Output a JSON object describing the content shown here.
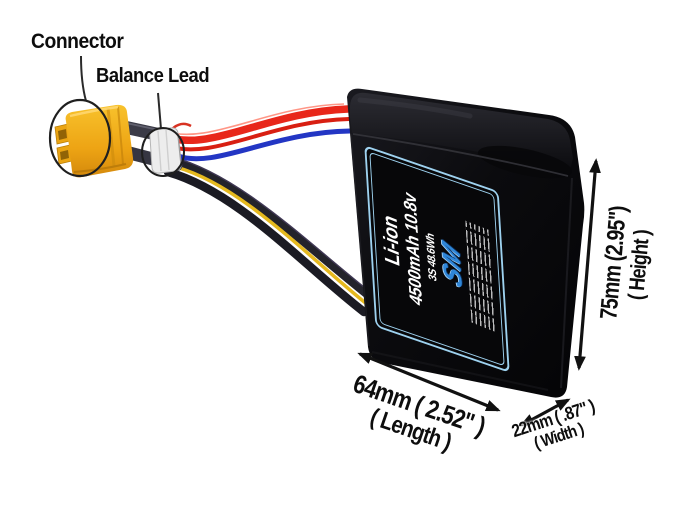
{
  "product_scene": {
    "connector_callout": "Connector",
    "balance_lead_callout": "Balance Lead"
  },
  "dimensions": {
    "height": {
      "value": "75mm (2.95\")",
      "label": "( Height )"
    },
    "length": {
      "value": "64mm ( 2.52\" )",
      "label": "( Length )"
    },
    "width": {
      "value": "22mm ( .87\" )",
      "label": "( Width )"
    }
  },
  "battery_label": {
    "chemistry": "Li-ion",
    "capacity_voltage": "4500mAh 10.8v",
    "cell_config_energy": "3S 48.6Wh",
    "brand_mark": "SM"
  },
  "colors": {
    "background": "#ffffff",
    "battery_black": "#0c0c0f",
    "label_border_blue": "#9ed2f0",
    "logo_blue": "#2f86d8",
    "connector_yellow": "#f2ab17",
    "wire_red": "#e8271a",
    "wire_blue": "#2336c4",
    "wire_yellow": "#e5b91e",
    "wire_black": "#1e1e26",
    "annotation_text": "#0d0d0d"
  }
}
